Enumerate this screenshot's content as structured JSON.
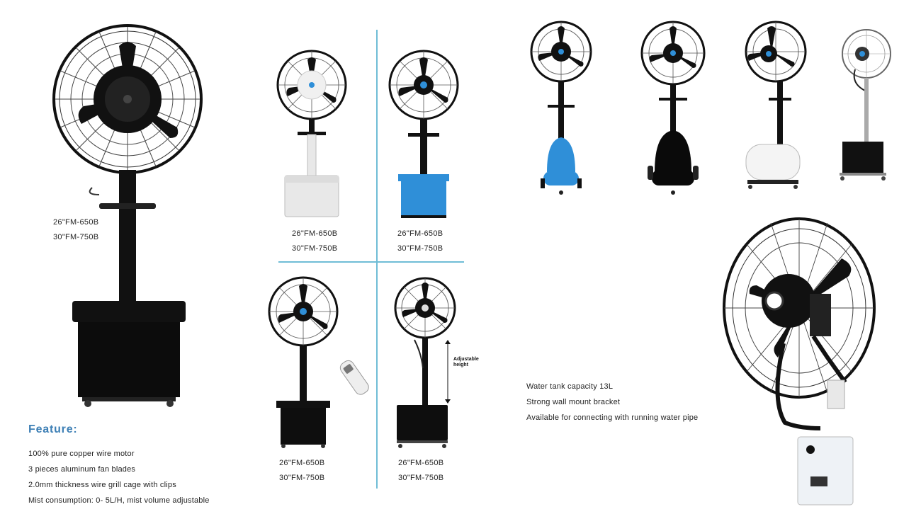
{
  "main_product": {
    "models": [
      "26\"FM-650B",
      "30\"FM-750B"
    ]
  },
  "feature": {
    "title": "Feature:",
    "items": [
      "100% pure copper wire motor",
      "3 pieces aluminum fan blades",
      "2.0mm thickness wire grill cage with clips",
      "Mist consumption: 0- 5L/H, mist volume adjustable"
    ]
  },
  "grid_products": [
    {
      "models": [
        "26\"FM-650B",
        "30\"FM-750B"
      ]
    },
    {
      "models": [
        "26\"FM-650B",
        "30\"FM-750B"
      ]
    },
    {
      "models": [
        "26\"FM-650B",
        "30\"FM-750B"
      ]
    },
    {
      "models": [
        "26\"FM-650B",
        "30\"FM-750B"
      ]
    }
  ],
  "adjustable_label": "Adjustable height",
  "wall_mount": {
    "items": [
      "Water tank capacity 13L",
      "Strong wall mount bracket",
      "Available for connecting with running water pipe"
    ]
  },
  "colors": {
    "accent": "#3d7fb5",
    "divider": "#6fbdd6",
    "fan_blue": "#2f8fd8",
    "tank_black": "#111111",
    "tank_white": "#e8e8e8"
  }
}
